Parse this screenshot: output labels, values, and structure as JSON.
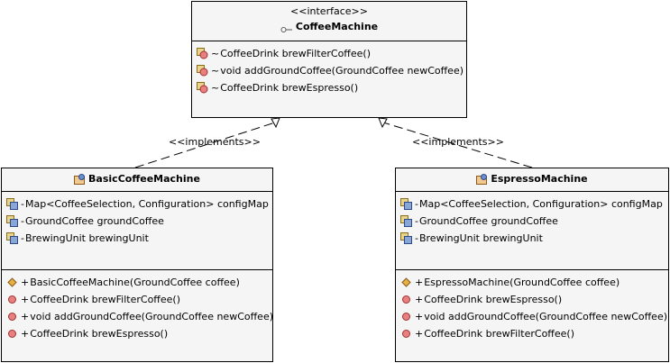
{
  "interface": {
    "stereotype": "<<interface>>",
    "name": "CoffeeMachine",
    "icon": "interface-icon",
    "operations": [
      {
        "vis": "~",
        "text": "CoffeeDrink brewFilterCoffee()",
        "icon": "abstract-method-icon"
      },
      {
        "vis": "~",
        "text": "void addGroundCoffee(GroundCoffee newCoffee)",
        "icon": "abstract-method-icon"
      },
      {
        "vis": "~",
        "text": "CoffeeDrink brewEspresso()",
        "icon": "abstract-method-icon"
      }
    ]
  },
  "classes": [
    {
      "name": "BasicCoffeeMachine",
      "icon": "class-icon",
      "attributes": [
        {
          "vis": "-",
          "text": "Map<CoffeeSelection, Configuration> configMap",
          "icon": "private-field-icon"
        },
        {
          "vis": "-",
          "text": "GroundCoffee groundCoffee",
          "icon": "private-field-icon"
        },
        {
          "vis": "-",
          "text": "BrewingUnit brewingUnit",
          "icon": "private-field-icon"
        }
      ],
      "operations": [
        {
          "vis": "+",
          "text": "BasicCoffeeMachine(GroundCoffee coffee)",
          "icon": "constructor-icon"
        },
        {
          "vis": "+",
          "text": "CoffeeDrink brewFilterCoffee()",
          "icon": "public-method-icon"
        },
        {
          "vis": "+",
          "text": "void addGroundCoffee(GroundCoffee newCoffee)",
          "icon": "public-method-icon"
        },
        {
          "vis": "+",
          "text": "CoffeeDrink brewEspresso()",
          "icon": "public-method-icon"
        }
      ]
    },
    {
      "name": "EspressoMachine",
      "icon": "class-icon",
      "attributes": [
        {
          "vis": "-",
          "text": "Map<CoffeeSelection, Configuration> configMap",
          "icon": "private-field-icon"
        },
        {
          "vis": "-",
          "text": "GroundCoffee groundCoffee",
          "icon": "private-field-icon"
        },
        {
          "vis": "-",
          "text": "BrewingUnit brewingUnit",
          "icon": "private-field-icon"
        }
      ],
      "operations": [
        {
          "vis": "+",
          "text": "EspressoMachine(GroundCoffee coffee)",
          "icon": "constructor-icon"
        },
        {
          "vis": "+",
          "text": "CoffeeDrink brewEspresso()",
          "icon": "public-method-icon"
        },
        {
          "vis": "+",
          "text": "void addGroundCoffee(GroundCoffee newCoffee)",
          "icon": "public-method-icon"
        },
        {
          "vis": "+",
          "text": "CoffeeDrink brewFilterCoffee()",
          "icon": "public-method-icon"
        }
      ]
    }
  ],
  "relations": [
    {
      "label": "<<implements>>",
      "kind": "realization",
      "from": "BasicCoffeeMachine",
      "to": "CoffeeMachine"
    },
    {
      "label": "<<implements>>",
      "kind": "realization",
      "from": "EspressoMachine",
      "to": "CoffeeMachine"
    }
  ],
  "colors": {
    "box_fill": "#f5f5f5",
    "border": "#000000",
    "method_icon": "#e88080",
    "field_icon": "#8aa6d6",
    "constructor_icon": "#e8b040"
  }
}
